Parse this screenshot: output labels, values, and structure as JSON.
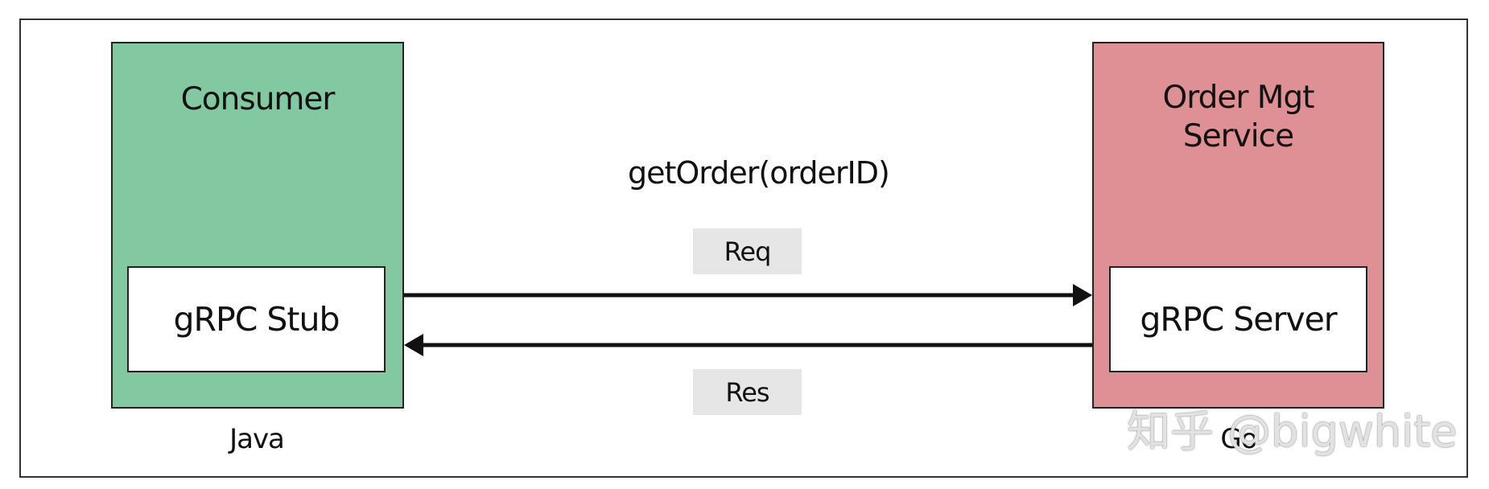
{
  "consumer": {
    "title": "Consumer",
    "inner": "gRPC Stub",
    "language": "Java",
    "color": "#82c8a0"
  },
  "service": {
    "title": "Order Mgt\nService",
    "inner": "gRPC Server",
    "language": "Go",
    "color": "#df9094"
  },
  "call": {
    "method": "getOrder(orderID)",
    "request_label": "Req",
    "response_label": "Res"
  },
  "watermark": "知乎 @bigwhite",
  "tag_color": "#e6e6e6"
}
